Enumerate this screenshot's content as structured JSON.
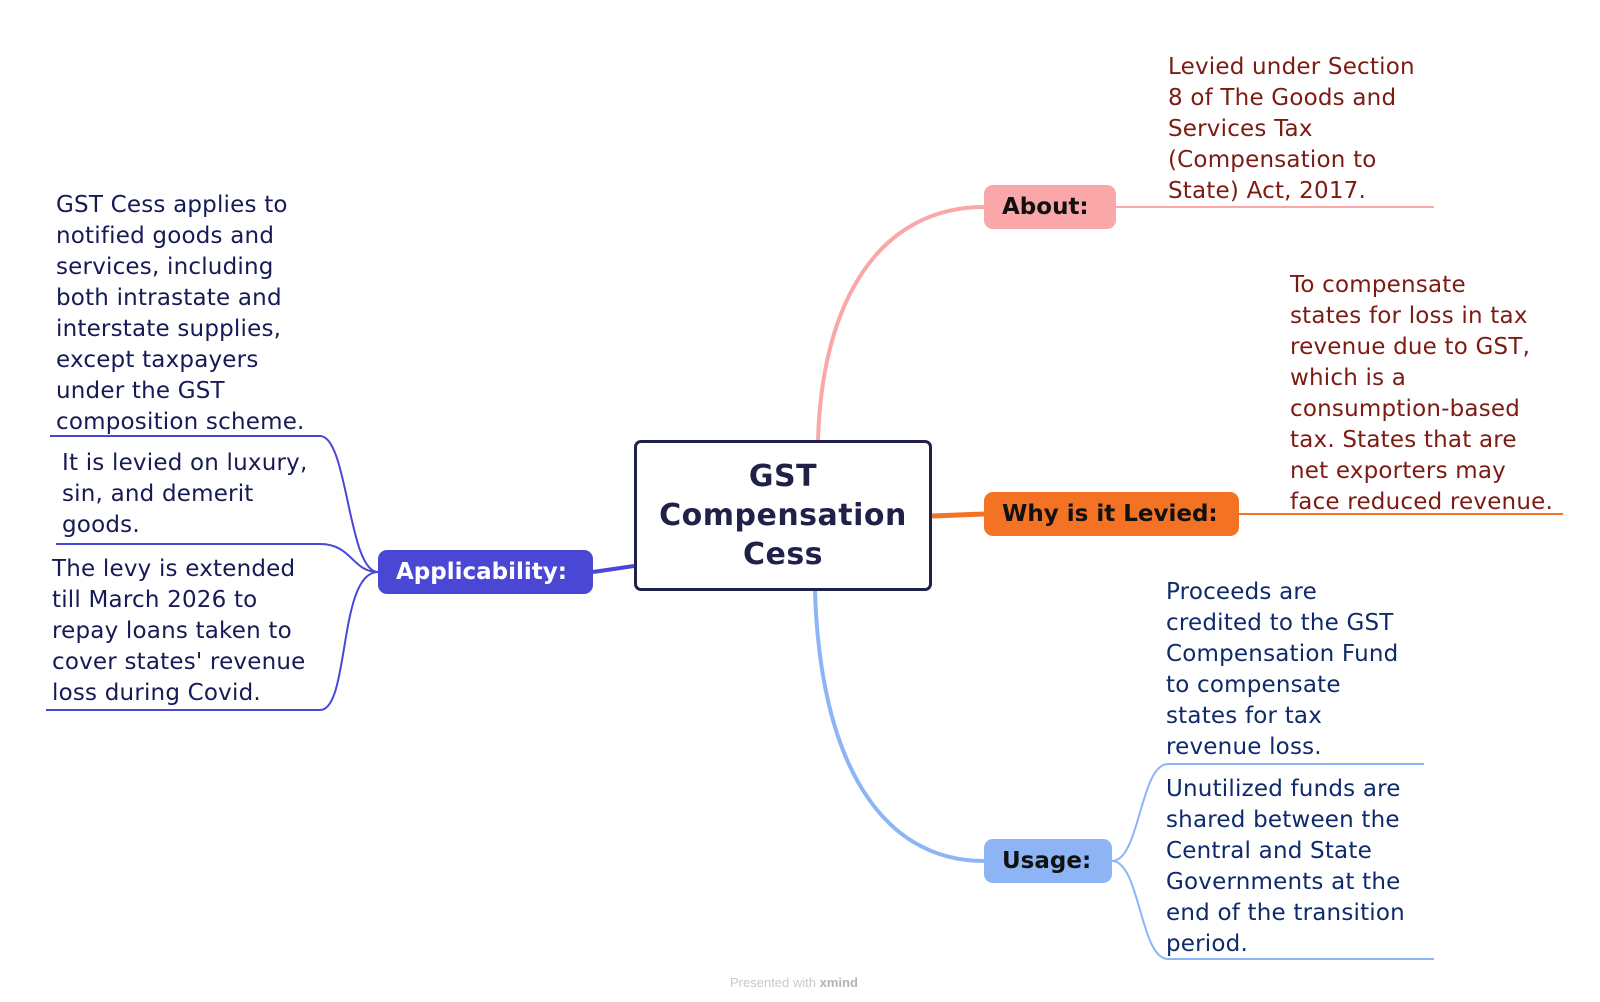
{
  "central_topic": {
    "lines": [
      "GST",
      "Compensation",
      "Cess"
    ]
  },
  "branches": {
    "about": {
      "label": "About:",
      "color": "#f9a7a8",
      "notes": [
        [
          "Levied under Section",
          "8 of The Goods and",
          "Services Tax",
          "(Compensation to",
          "State) Act, 2017."
        ]
      ]
    },
    "why": {
      "label": "Why is it Levied:",
      "color": "#f37224",
      "notes": [
        [
          "To compensate",
          "states for loss in tax",
          "revenue due to GST,",
          "which is a",
          "consumption-based",
          "tax. States that are",
          "net exporters may",
          "face reduced revenue."
        ]
      ]
    },
    "usage": {
      "label": "Usage:",
      "color": "#8db5f5",
      "notes": [
        [
          "Proceeds are",
          "credited to the GST",
          "Compensation Fund",
          "to compensate",
          "states for tax",
          "revenue loss."
        ],
        [
          "Unutilized funds are",
          "shared between the",
          "Central and State",
          "Governments at the",
          "end of the transition",
          "period."
        ]
      ]
    },
    "applicability": {
      "label": "Applicability:",
      "color": "#4a47d4",
      "notes": [
        [
          "GST Cess applies to",
          "notified goods and",
          "services, including",
          "both intrastate and",
          "interstate supplies,",
          "except taxpayers",
          "under the GST",
          "composition scheme."
        ],
        [
          "It is levied on luxury,",
          "sin, and demerit",
          "goods."
        ],
        [
          "The levy is extended",
          "till March 2026 to",
          "repay loans taken to",
          "cover states' revenue",
          "loss during Covid."
        ]
      ]
    }
  },
  "watermark": {
    "prefix": "Presented with",
    "brand": "xmind"
  }
}
